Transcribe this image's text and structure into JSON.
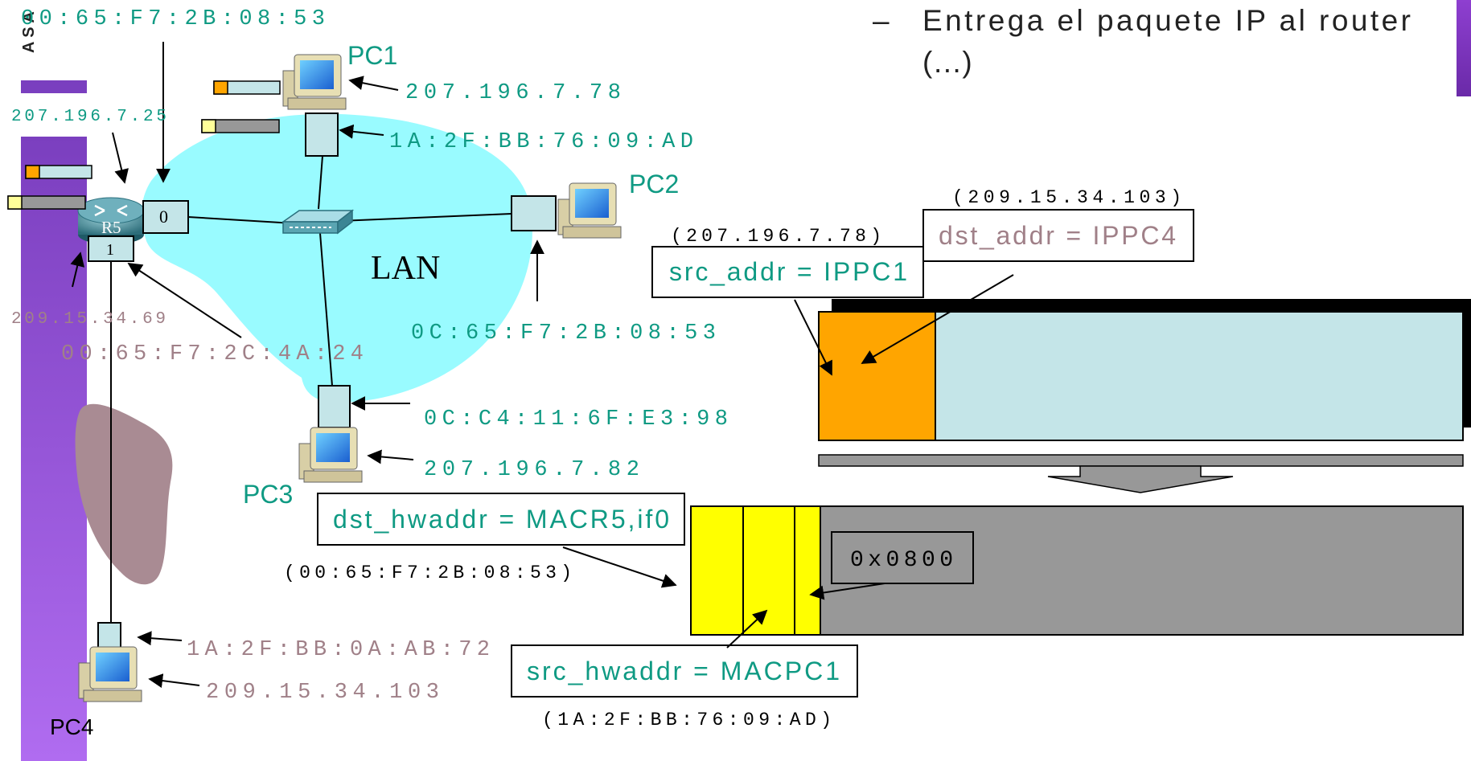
{
  "slide": {
    "bullet_dash": "–",
    "bullet_text_line1": "Entrega el paquete IP al router",
    "bullet_text_line2": "(…)",
    "side_fragment": "A S A"
  },
  "network": {
    "lan_label": "LAN",
    "r5": {
      "name": "R5",
      "if0_label": "0",
      "if1_label": "1",
      "if0_mac": "00:65:F7:2B:08:53",
      "if0_ip": "207.196.7.25",
      "if1_ip": "209.15.34.69",
      "if1_mac": "00:65:F7:2C:4A:24"
    },
    "pc1": {
      "name": "PC1",
      "ip": "207.196.7.78",
      "mac": "1A:2F:BB:76:09:AD"
    },
    "pc2": {
      "name": "PC2",
      "mac": "0C:65:F7:2B:08:53"
    },
    "pc3": {
      "name": "PC3",
      "mac": "0C:C4:11:6F:E3:98",
      "ip": "207.196.7.82"
    },
    "pc4": {
      "name": "PC4",
      "mac": "1A:2F:BB:0A:AB:72",
      "ip": "209.15.34.103"
    }
  },
  "packet": {
    "dst_addr_value": "(209.15.34.103)",
    "dst_addr_label": "dst_addr = IPPC4",
    "src_addr_value": "(207.196.7.78)",
    "src_addr_label": "src_addr = IPPC1",
    "dst_hwaddr_label": "dst_hwaddr = MACR5,if0",
    "dst_hwaddr_value": "(00:65:F7:2B:08:53)",
    "ethertype": "0x0800",
    "src_hwaddr_label": "src_hwaddr = MACPC1",
    "src_hwaddr_value": "(1A:2F:BB:76:09:AD)"
  },
  "colors": {
    "teal_text": "#0f9a83",
    "mauve_text": "#a08088",
    "lan_cloud": "#99fbff",
    "ip_header": "#ffa500",
    "ip_payload": "#c4e5e8",
    "frame_header": "#ffff00",
    "frame_payload": "#989898",
    "purple_bar": "#9b4fe0"
  }
}
